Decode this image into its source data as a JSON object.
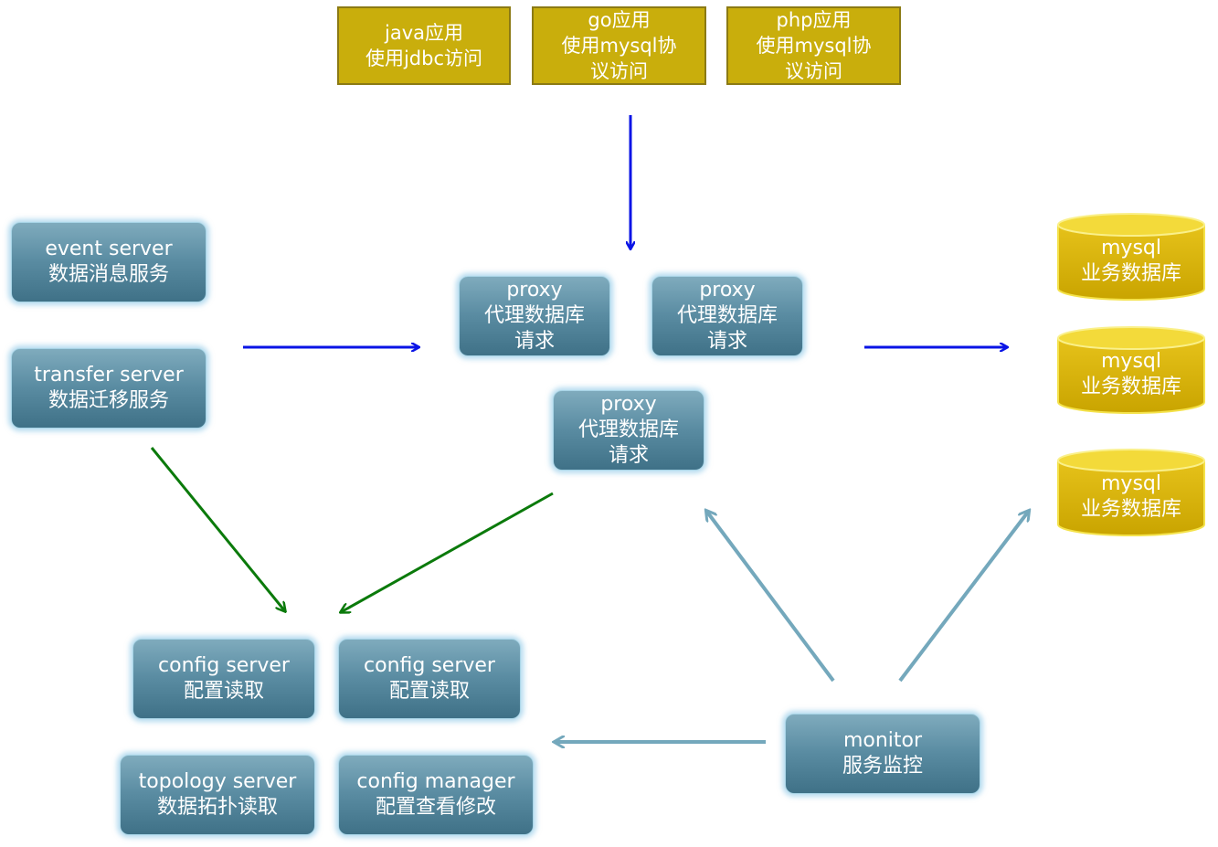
{
  "apps": [
    {
      "line1": "java应用",
      "line2": "使用jdbc访问",
      "line3": ""
    },
    {
      "line1": "go应用",
      "line2": "使用mysql协",
      "line3": "议访问"
    },
    {
      "line1": "php应用",
      "line2": "使用mysql协",
      "line3": "议访问"
    }
  ],
  "event_server": {
    "line1": "event server",
    "line2": "数据消息服务"
  },
  "transfer_server": {
    "line1": "transfer server",
    "line2": "数据迁移服务"
  },
  "proxies": [
    {
      "line1": "proxy",
      "line2": "代理数据库",
      "line3": "请求"
    },
    {
      "line1": "proxy",
      "line2": "代理数据库",
      "line3": "请求"
    },
    {
      "line1": "proxy",
      "line2": "代理数据库",
      "line3": "请求"
    }
  ],
  "databases": [
    {
      "line1": "mysql",
      "line2": "业务数据库"
    },
    {
      "line1": "mysql",
      "line2": "业务数据库"
    },
    {
      "line1": "mysql",
      "line2": "业务数据库"
    }
  ],
  "config_servers": [
    {
      "line1": "config server",
      "line2": "配置读取"
    },
    {
      "line1": "config server",
      "line2": "配置读取"
    }
  ],
  "topology_server": {
    "line1": "topology server",
    "line2": "数据拓扑读取"
  },
  "config_manager": {
    "line1": "config manager",
    "line2": "配置查看修改"
  },
  "monitor": {
    "line1": "monitor",
    "line2": "服务监控"
  },
  "colors": {
    "app_fill": "#c9ae0c",
    "node_fill": "#5a8ca2",
    "db_fill": "#d9b500",
    "request_arrow": "#0a14e6",
    "config_arrow": "#0b7a0b",
    "monitor_arrow": "#74a8bc"
  }
}
